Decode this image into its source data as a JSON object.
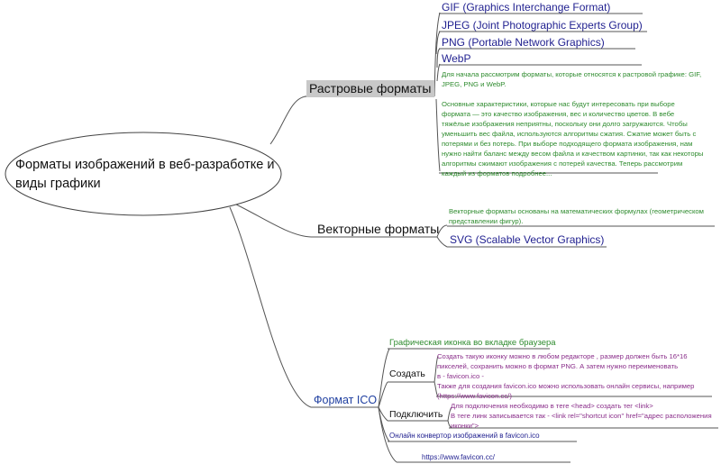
{
  "root": {
    "title": "Форматы изображений в веб-разработке и виды графики"
  },
  "raster": {
    "label": "Растровые форматы",
    "items": [
      "GIF (Graphics Interchange Format)",
      "JPEG (Joint Photographic Experts Group)",
      "PNG (Portable Network Graphics)",
      "WebP"
    ],
    "note_lines": [
      "Для начала рассмотрим форматы, которые относятся к растровой графике: GIF,",
      "JPEG, PNG и WebP.",
      "",
      "Основные характеристики, которые нас будут интересовать при выборе",
      "формата — это качество изображения, вес и количество цветов. В вебе",
      "тяжёлые изображения неприятны, поскольку они долго загружаются. Чтобы",
      "уменьшить вес файла, используются алгоритмы сжатия. Сжатие может быть с",
      "потерями и без потерь. При выборе подходящего формата изображения, нам",
      "нужно найти баланс между весом файла и качеством картинки, так как некоторы",
      "алгоритмы сжимают изображения с потерей качества. Теперь рассмотрим",
      "каждый из форматов подробнее..."
    ]
  },
  "vector": {
    "label": "Векторные форматы",
    "note_lines": [
      "Векторные форматы основаны на математических формулах (геометрическом",
      "представлении фигур)."
    ],
    "item": "SVG (Scalable Vector Graphics)"
  },
  "ico": {
    "label": "Формат  ICO",
    "heading": "Графическая иконка во вкладке браузера",
    "create": {
      "label": "Создать",
      "note_lines": [
        "Создать такую иконку можно в любом редакторе , размер должен быть 16*16",
        "пикселей, сохранить можно в формат PNG. А затем нужно переименовать",
        "в  -   favicon.ico   -",
        "Также для создания favicon.ico можно использовать онлайн сервисы, например",
        "(https://www.favicon.cc/)"
      ]
    },
    "connect": {
      "label": "Подключить",
      "note_lines": [
        "Для подключения необходимо в теге <head> создать тег <link>",
        "  В теге линк записывается так - <link rel=\"shortcut icon\" href=\"адрес расположения",
        "иконки\">"
      ]
    },
    "converter": "Онлайн конвертор изображений в favicon.ico",
    "url": "https://www.favicon.cc/"
  },
  "colors": {
    "line": "#555555",
    "branch_fill": "#c8c8c8",
    "blue_text": "#1f1f8f",
    "green_text": "#2e8b2e",
    "purple_text": "#8a2e8a"
  }
}
